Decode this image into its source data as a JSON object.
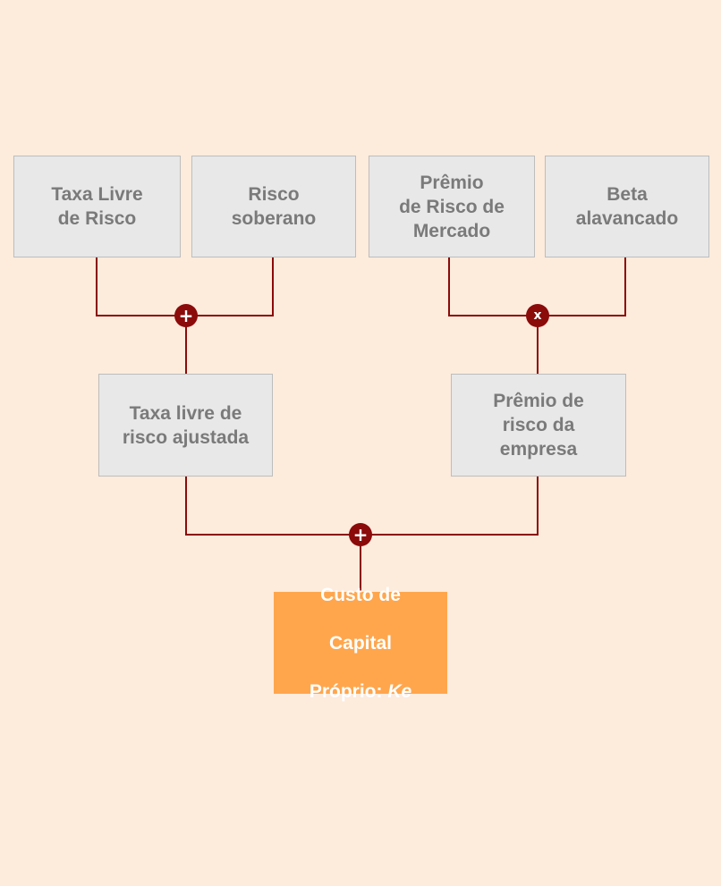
{
  "nodes": {
    "risk_free_rate": "Taxa Livre\nde Risco",
    "sovereign_risk": "Risco\nsoberano",
    "market_premium": "Prêmio\nde Risco de\nMercado",
    "levered_beta": "Beta\nalavancado",
    "adjusted_risk_free_rate": "Taxa livre de\nrisco ajustada",
    "company_risk_premium": "Prêmio de\nrisco da\nempresa",
    "cost_of_equity": {
      "line1": "Custo de",
      "line2": "Capital",
      "line3_prefix": "Próprio: ",
      "line3_symbol": "Ke"
    }
  },
  "operators": {
    "top_left": "+",
    "top_right": "x",
    "bottom": "+"
  },
  "colors": {
    "background": "#fdebdc",
    "box_fill": "#e8e8e8",
    "box_text": "#7a7a7a",
    "connector": "#8b0a0a",
    "result_fill": "#ffa64d",
    "result_text": "#ffffff"
  }
}
